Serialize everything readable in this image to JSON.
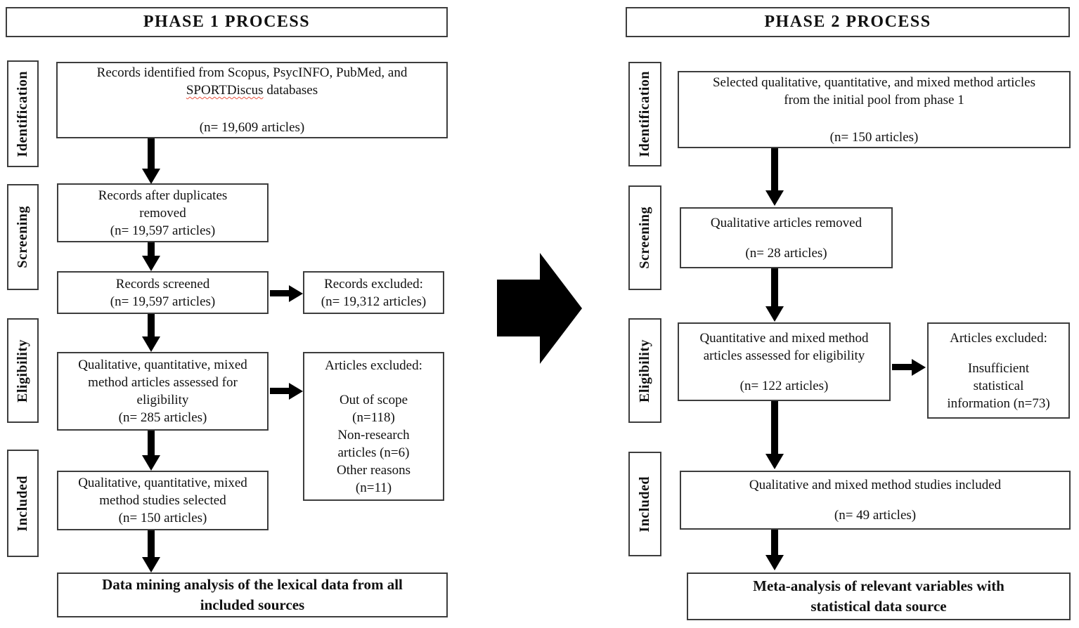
{
  "colors": {
    "box_border": "#3d3d3d",
    "text": "#111111",
    "arrow": "#000000",
    "spellcheck_underline": "#e9533f",
    "background": "#ffffff"
  },
  "stage_labels": {
    "identification": "Identification",
    "screening": "Screening",
    "eligibility": "Eligibility",
    "included": "Included"
  },
  "phase1": {
    "title": "PHASE 1 PROCESS",
    "records_identified": {
      "line1": "Records identified from Scopus, PsycINFO, PubMed, and",
      "database_word": "SPORTDiscus",
      "line2_suffix": " databases",
      "count": "(n= 19,609 articles)"
    },
    "duplicates_removed": {
      "line1": "Records after duplicates",
      "line2": "removed",
      "count": "(n= 19,597 articles)"
    },
    "records_screened": {
      "line1": "Records screened",
      "count": "(n= 19,597 articles)"
    },
    "records_excluded": {
      "line1": "Records excluded:",
      "count": "(n= 19,312 articles)"
    },
    "assessed_eligibility": {
      "line1": "Qualitative, quantitative, mixed",
      "line2": "method articles assessed for",
      "line3": "eligibility",
      "count": "(n= 285 articles)"
    },
    "articles_excluded": {
      "title": "Articles excluded:",
      "reason1": "Out of scope",
      "reason1_count": "(n=118)",
      "reason2": "Non-research",
      "reason2_count": "articles (n=6)",
      "reason3": "Other reasons",
      "reason3_count": "(n=11)"
    },
    "studies_selected": {
      "line1": "Qualitative, quantitative, mixed",
      "line2": "method studies selected",
      "count": "(n= 150 articles)"
    },
    "final": {
      "line1": "Data mining analysis of the lexical data from all",
      "line2": "included sources"
    }
  },
  "phase2": {
    "title": "PHASE 2 PROCESS",
    "selected_articles": {
      "line1": "Selected qualitative, quantitative, and mixed method articles",
      "line2": "from the initial pool from phase 1",
      "count": "(n= 150 articles)"
    },
    "qualitative_removed": {
      "line1": "Qualitative articles removed",
      "count": "(n= 28 articles)"
    },
    "assessed_eligibility": {
      "line1": "Quantitative and mixed method",
      "line2": "articles assessed for eligibility",
      "count": "(n= 122 articles)"
    },
    "articles_excluded": {
      "title": "Articles excluded:",
      "reason1": "Insufficient",
      "reason2": "statistical",
      "reason3": "information (n=73)"
    },
    "studies_included": {
      "line1": "Qualitative and mixed method studies included",
      "count": "(n= 49 articles)"
    },
    "final": {
      "line1": "Meta-analysis of relevant variables with",
      "line2": "statistical data source"
    }
  }
}
